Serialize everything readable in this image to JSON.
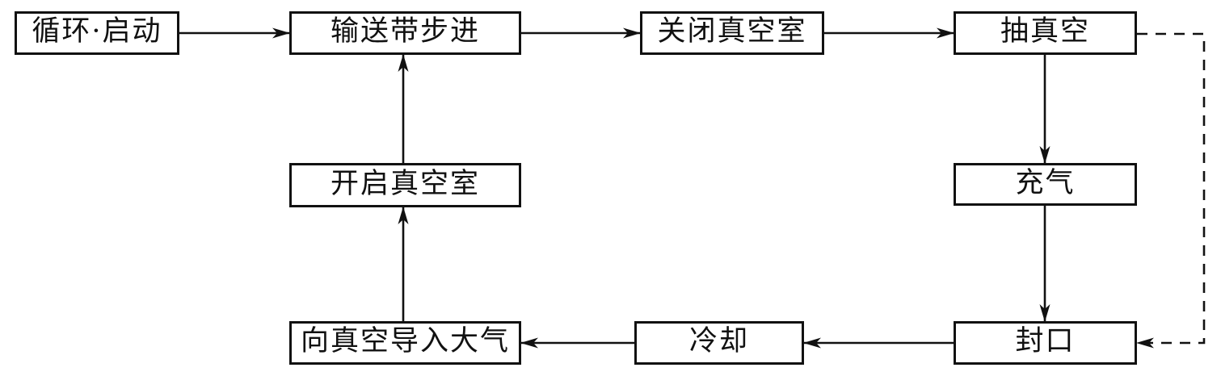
{
  "diagram": {
    "type": "flowchart",
    "description": "Vacuum packaging machine automatic cycle flow diagram",
    "colors": {
      "background": "#ffffff",
      "line": "#111111",
      "box_border": "#111111",
      "text": "#111111"
    },
    "nodes": [
      {
        "id": "cycle-start",
        "label": "循环·启动"
      },
      {
        "id": "conveyor-step",
        "label": "输送带步进"
      },
      {
        "id": "close-vacuum-chamber",
        "label": "关闭真空室"
      },
      {
        "id": "evacuate",
        "label": "抽真空"
      },
      {
        "id": "inflate-gas",
        "label": "充气"
      },
      {
        "id": "seal",
        "label": "封口"
      },
      {
        "id": "cooling",
        "label": "冷却"
      },
      {
        "id": "admit-air-to-vacuum",
        "label": "向真空导入大气"
      },
      {
        "id": "open-vacuum-chamber",
        "label": "开启真空室"
      }
    ],
    "edges": [
      {
        "from": "cycle-start",
        "to": "conveyor-step",
        "style": "solid"
      },
      {
        "from": "conveyor-step",
        "to": "close-vacuum-chamber",
        "style": "solid"
      },
      {
        "from": "close-vacuum-chamber",
        "to": "evacuate",
        "style": "solid"
      },
      {
        "from": "evacuate",
        "to": "inflate-gas",
        "style": "solid"
      },
      {
        "from": "inflate-gas",
        "to": "seal",
        "style": "solid"
      },
      {
        "from": "seal",
        "to": "cooling",
        "style": "solid"
      },
      {
        "from": "cooling",
        "to": "admit-air-to-vacuum",
        "style": "solid"
      },
      {
        "from": "admit-air-to-vacuum",
        "to": "open-vacuum-chamber",
        "style": "solid"
      },
      {
        "from": "open-vacuum-chamber",
        "to": "conveyor-step",
        "style": "solid"
      },
      {
        "from": "evacuate",
        "to": "seal",
        "style": "dashed"
      }
    ]
  }
}
